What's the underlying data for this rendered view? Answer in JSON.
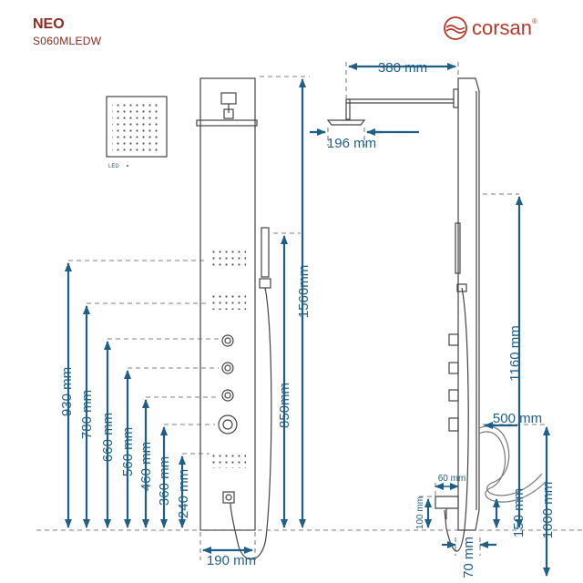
{
  "header": {
    "title": "NEO",
    "model": "S060MLEDW",
    "brand": "corsan",
    "brand_mark": "®",
    "brand_icon": "wave-logo-icon"
  },
  "led_label": "LED",
  "colors": {
    "dimension": "#1f5e87",
    "brand": "#b23a2a",
    "title": "#8b2a1f",
    "outline": "#444444"
  },
  "front_view": {
    "heights": [
      "930 mm",
      "780 mm",
      "660 mm",
      "560 mm",
      "460 mm",
      "360 mm",
      "240 mm"
    ],
    "total_height": "1560mm",
    "handshower_height": "850mm",
    "width": "190 mm"
  },
  "side_view": {
    "arm_length": "380 mm",
    "head_size": "196 mm",
    "upper_height": "1160 mm",
    "hose_length": "500 mm",
    "hose_height": "1000 mm",
    "outlet_height": "150 mm",
    "outlet_width": "60 mm",
    "outlet_drop": "100 mm",
    "bottom_depth": "70 mm"
  }
}
